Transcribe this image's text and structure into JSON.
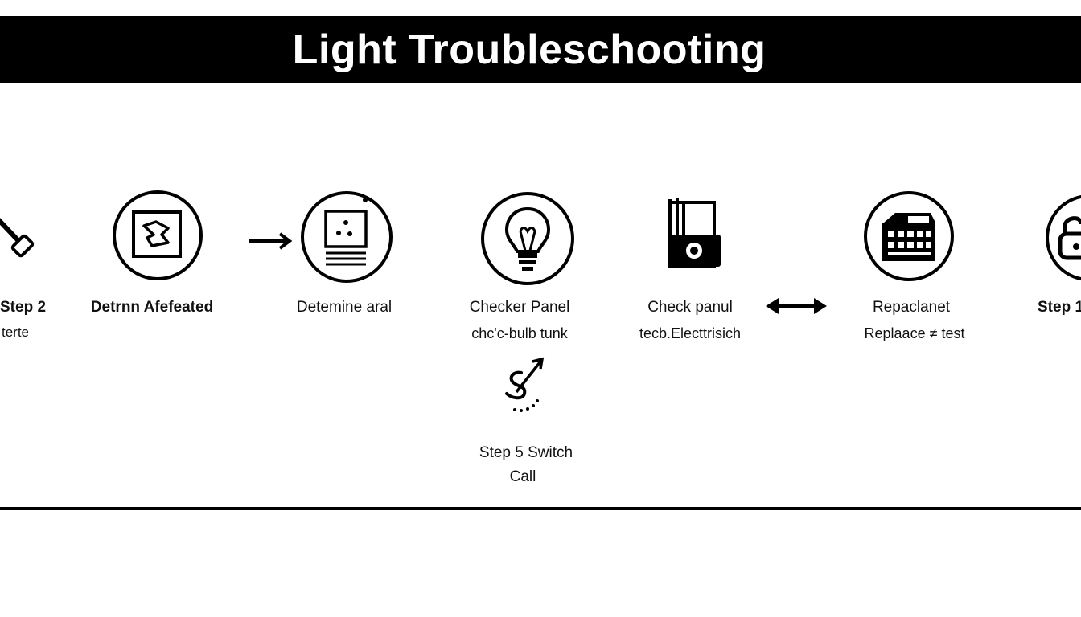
{
  "title": "Light Troubleschooting",
  "steps": [
    {
      "label": "Step 2",
      "sublabel": "terte",
      "icon": "tool-icon"
    },
    {
      "label": "Detrnn Afefeated",
      "icon": "fuse-box-icon"
    },
    {
      "label": "Detemine aral",
      "icon": "panel-icon"
    },
    {
      "label": "Checker Panel",
      "sublabel": "chc'c-bulb tunk",
      "icon": "lightbulb-icon"
    },
    {
      "label": "Check panul",
      "sublabel": "tecb.Electtrisich",
      "icon": "electrician-device-icon"
    },
    {
      "label": "Repaclanet",
      "sublabel": "Replaace ≠ test",
      "icon": "keyboard-device-icon"
    },
    {
      "label": "Step 1",
      "icon": "lock-icon"
    }
  ],
  "extra_step": {
    "label_line1": "Step 5 Switch",
    "label_line2": "Call",
    "icon": "switch-icon"
  }
}
